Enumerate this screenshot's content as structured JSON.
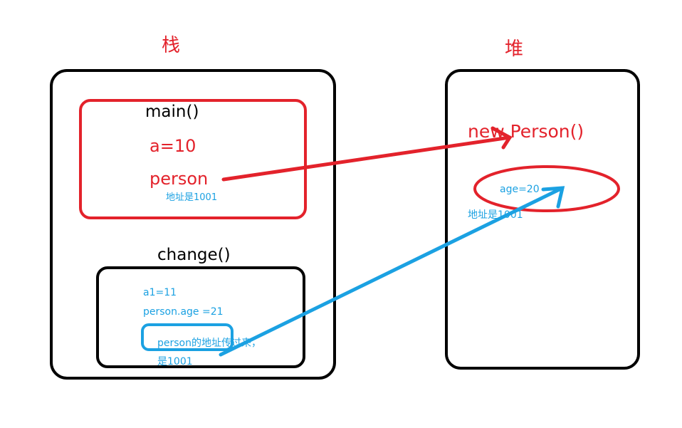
{
  "colors": {
    "red": "#e3222b",
    "blue": "#1ba1e2",
    "black": "#000000"
  },
  "stack": {
    "title": "栈",
    "main": {
      "label": "main()",
      "var_a": "a=10",
      "var_person": "person",
      "address_note": "地址是1001"
    },
    "change": {
      "label": "change()",
      "var_a1": "a1=11",
      "person_age": "person.age =21",
      "note_line1": "person的地址传过来，",
      "note_line2": "是1001"
    }
  },
  "heap": {
    "title": "堆",
    "object_label": "new Person()",
    "field": "age=20",
    "address_note": "地址是1001"
  }
}
